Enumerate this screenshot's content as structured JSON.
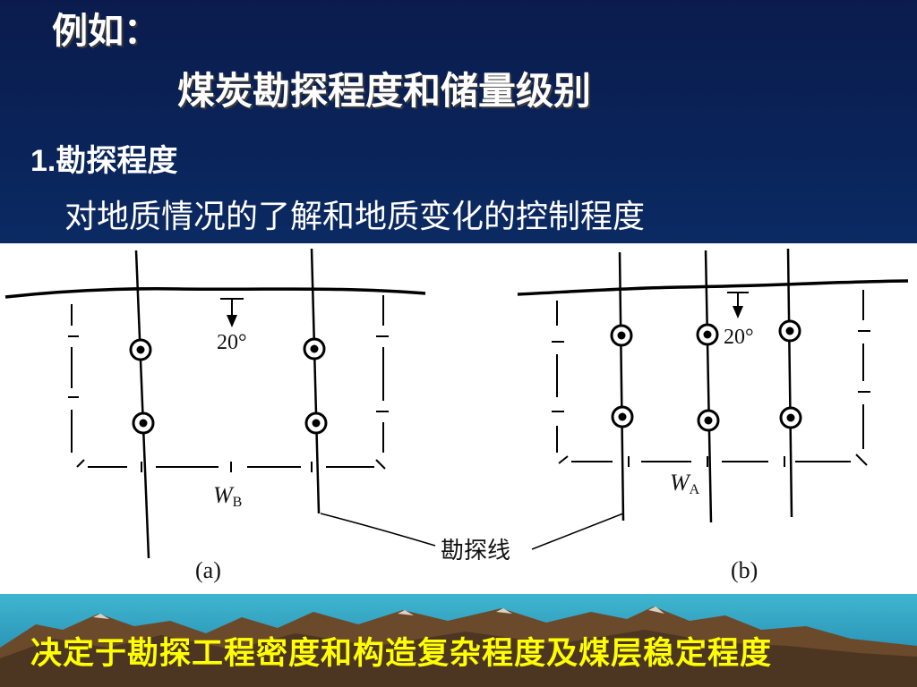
{
  "slide": {
    "title_line1": "例如：",
    "title_line2": "煤炭勘探程度和储量级别",
    "subhead_number": "1.",
    "subhead_text": "勘探程度",
    "description": "对地质情况的了解和地质变化的控制程度",
    "footer_text": "决定于勘探工程密度和构造复杂程度及煤层稳定程度"
  },
  "diagram": {
    "angle_label": "20°",
    "panel_a_caption": "(a)",
    "panel_b_caption": "(b)",
    "width_a_main": "W",
    "width_a_sub": "B",
    "width_b_main": "W",
    "width_b_sub": "A",
    "line_label": "勘探线"
  },
  "colors": {
    "header_bg": "#0b1b4d",
    "footer_text": "#ffff00",
    "footer_bg": "#2b95b8"
  }
}
